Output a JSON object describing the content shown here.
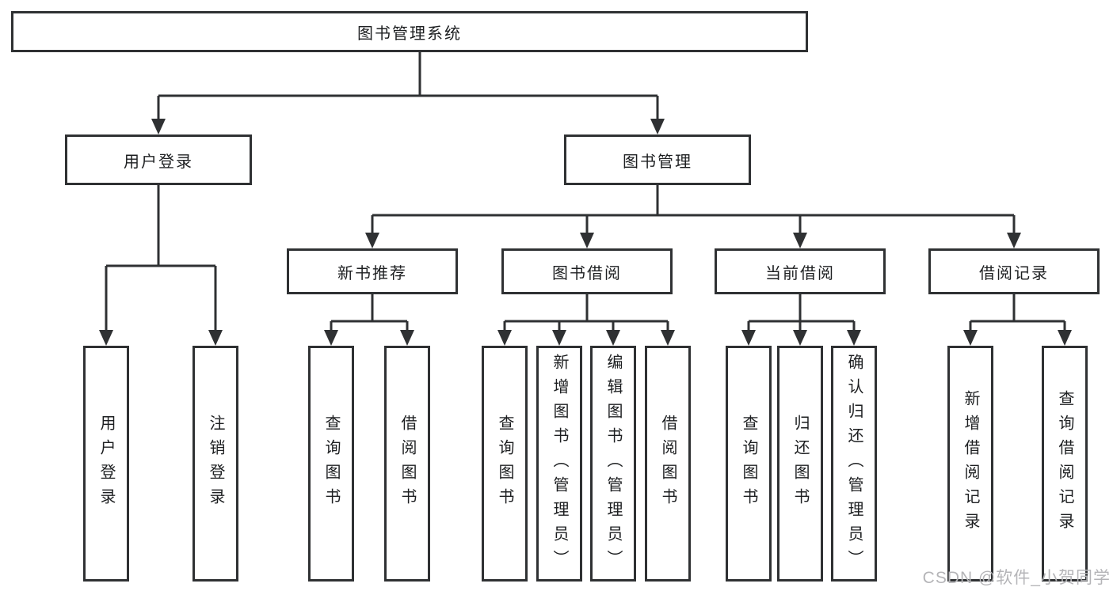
{
  "tree": {
    "root": "图书管理系统",
    "branches": [
      {
        "label": "用户登录",
        "children": [
          {
            "label": "用户登录"
          },
          {
            "label": "注销登录"
          }
        ]
      },
      {
        "label": "图书管理",
        "groups": [
          {
            "label": "新书推荐",
            "children": [
              {
                "label": "查询图书"
              },
              {
                "label": "借阅图书"
              }
            ]
          },
          {
            "label": "图书借阅",
            "children": [
              {
                "label": "查询图书"
              },
              {
                "label": "新增图书（管理员）"
              },
              {
                "label": "编辑图书（管理员）"
              },
              {
                "label": "借阅图书"
              }
            ]
          },
          {
            "label": "当前借阅",
            "children": [
              {
                "label": "查询图书"
              },
              {
                "label": "归还图书"
              },
              {
                "label": "确认归还（管理员）"
              }
            ]
          },
          {
            "label": "借阅记录",
            "children": [
              {
                "label": "新增借阅记录"
              },
              {
                "label": "查询借阅记录"
              }
            ]
          }
        ]
      }
    ]
  },
  "watermark": "CSDN @软件_小贺同学",
  "colors": {
    "line": "#2f3133",
    "border": "#2f3133",
    "text": "#1d1f21",
    "watermark": "#b5b5b8",
    "bg": "#ffffff"
  }
}
